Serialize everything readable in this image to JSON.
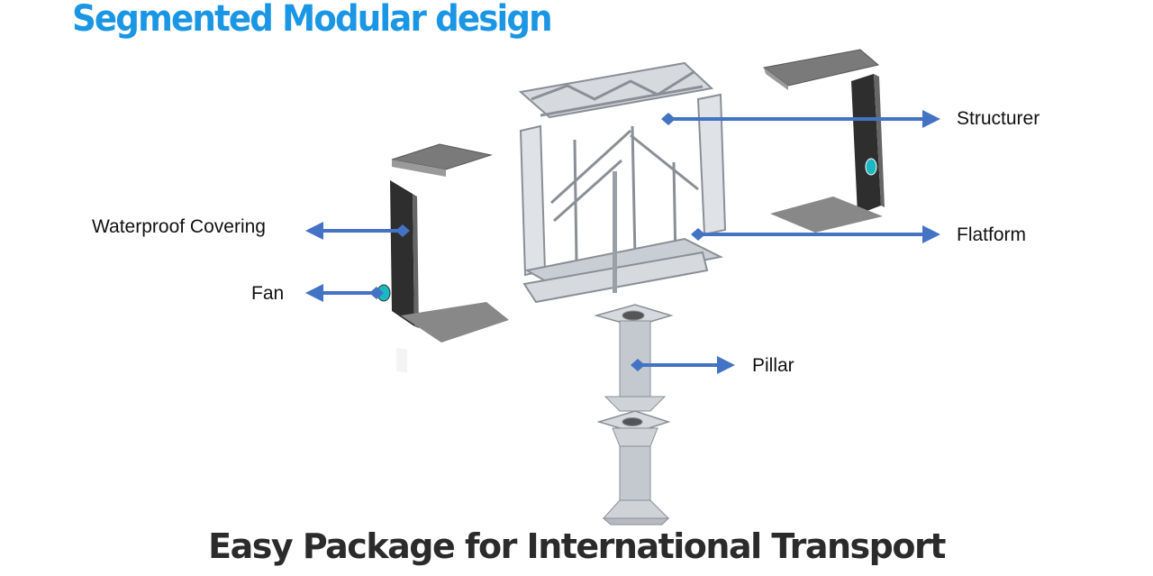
{
  "title": "Segmented Modular design",
  "footer": "Easy Package for International Transport",
  "labels": {
    "structurer": "Structurer",
    "waterproof": "Waterproof Covering",
    "flatform": "Flatform",
    "fan": "Fan",
    "pillar": "Pillar"
  },
  "colors": {
    "title": "#1b96e4",
    "arrow": "#4472c4",
    "footer": "#2b2b2b"
  }
}
